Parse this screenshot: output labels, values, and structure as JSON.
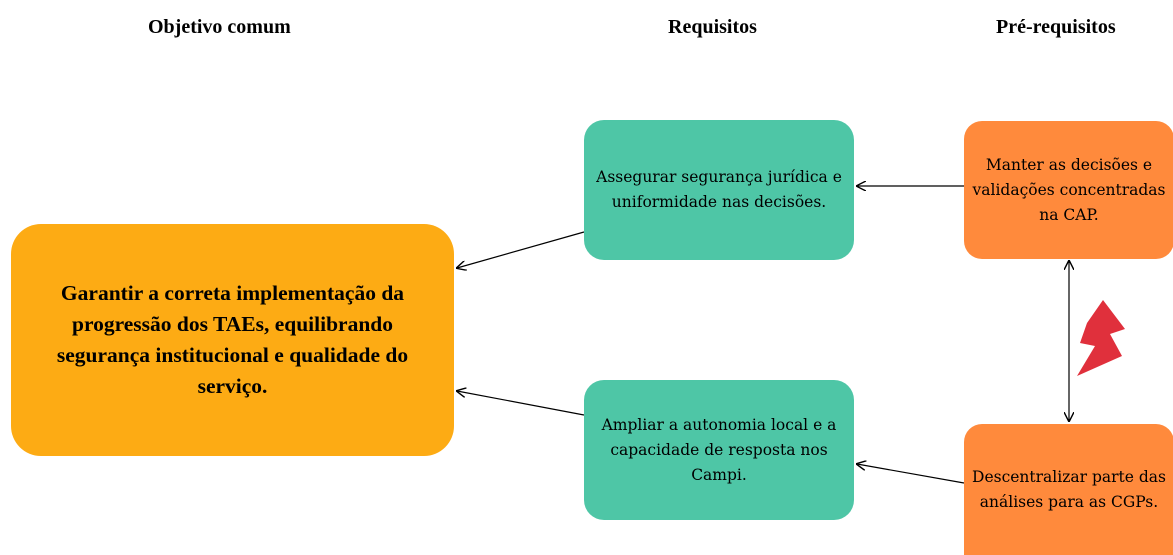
{
  "headers": {
    "goal": "Objetivo comum",
    "requirements": "Requisitos",
    "prerequisites": "Pré-requisitos"
  },
  "goal": {
    "text": "Garantir a correta implementação da progressão dos TAEs, equilibrando segurança institucional e qualidade do serviço."
  },
  "requirements": [
    {
      "text": "Assegurar segurança jurídica e uniformidade nas decisões."
    },
    {
      "text": "Ampliar a autonomia local e a capacidade de resposta nos Campi."
    }
  ],
  "prerequisites": [
    {
      "text": "Manter as decisões e validações concentradas na CAP."
    },
    {
      "text": "Descentralizar parte das análises para as CGPs."
    }
  ],
  "colors": {
    "goal": "#fdab14",
    "requirement": "#4ec6a6",
    "prerequisite": "#ff8a3c",
    "conflict": "#e0303c",
    "arrow": "#000000"
  },
  "icons": {
    "conflict": "lightning-bolt-icon"
  }
}
